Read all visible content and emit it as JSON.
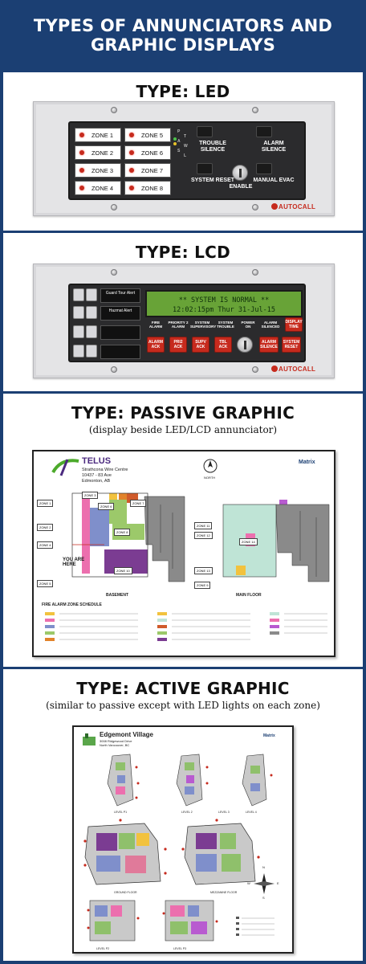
{
  "header": {
    "line1": "TYPES OF ANNUNCIATORS AND",
    "line2": "GRAPHIC DISPLAYS"
  },
  "colors": {
    "background": "#1b3f73",
    "zone_led": "#c62a1d",
    "lcd_green": "#68a337"
  },
  "led_section": {
    "title": "TYPE: LED",
    "zones": [
      "ZONE 1",
      "ZONE 2",
      "ZONE 3",
      "ZONE 4",
      "ZONE 5",
      "ZONE 6",
      "ZONE 7",
      "ZONE 8"
    ],
    "status_letters": [
      "P",
      "T",
      "A",
      "W",
      "S",
      "L"
    ],
    "buttons": {
      "trouble": "TROUBLE SILENCE",
      "alarm": "ALARM SILENCE",
      "reset": "SYSTEM RESET",
      "enable": "ENABLE",
      "manual": "MANUAL EVAC"
    },
    "brand": "AUTOCALL"
  },
  "lcd_section": {
    "title": "TYPE: LCD",
    "left_labels": [
      "Guard Tour Alert",
      "Hazmat Alert"
    ],
    "lcd_line1": "** SYSTEM IS NORMAL **",
    "lcd_line2": "12:02:15pm  Thur  31-Jul-15",
    "indicators": [
      "FIRE ALARM",
      "PRIORITY 2 ALARM",
      "SYSTEM SUPERVISORY",
      "SYSTEM TROUBLE",
      "POWER ON",
      "ALARM SILENCED"
    ],
    "keys": [
      "ALARM ACK",
      "PRI2 ACK",
      "SUPV ACK",
      "TBL ACK",
      "ALARM SILENCE",
      "SYSTEM RESET"
    ],
    "display_key": "DISPLAY TIME",
    "brand": "AUTOCALL"
  },
  "passive_section": {
    "title": "TYPE: PASSIVE GRAPHIC",
    "subtitle": "(display beside LED/LCD annunciator)",
    "company": "TELUS",
    "address1": "Strathcona Wire Centre",
    "address2": "10437 - 83 Ave",
    "address3": "Edmonton, AB",
    "north": "NORTH",
    "matrix": "Matrix",
    "floor_left": "BASEMENT",
    "floor_right": "MAIN FLOOR",
    "you_are_here": "YOU ARE HERE",
    "schedule_title": "FIRE ALARM ZONE SCHEDULE",
    "zone_labels": [
      "ZONE 1",
      "ZONE 2",
      "ZONE 3",
      "ZONE 4",
      "ZONE 5",
      "ZONE 6",
      "ZONE 7",
      "ZONE 8",
      "ZONE 9",
      "ZONE 10",
      "ZONE 11",
      "ZONE 12",
      "ZONE 13",
      "ZONE 14"
    ]
  },
  "active_section": {
    "title": "TYPE: ACTIVE GRAPHIC",
    "subtitle": "(similar to passive except with LED lights on each zone)",
    "project": "Edgemont Village",
    "address1": "3008 Ridgewood Drive",
    "address2": "North Vancouver, BC",
    "matrix": "Matrix",
    "level_labels": [
      "LEVEL P1",
      "LEVEL 2",
      "LEVEL 3",
      "LEVEL 4",
      "GROUND FLOOR",
      "MEZZANINE FLOOR",
      "LEVEL P2",
      "LEVEL P3"
    ],
    "compass": [
      "N",
      "E",
      "S",
      "W"
    ]
  }
}
